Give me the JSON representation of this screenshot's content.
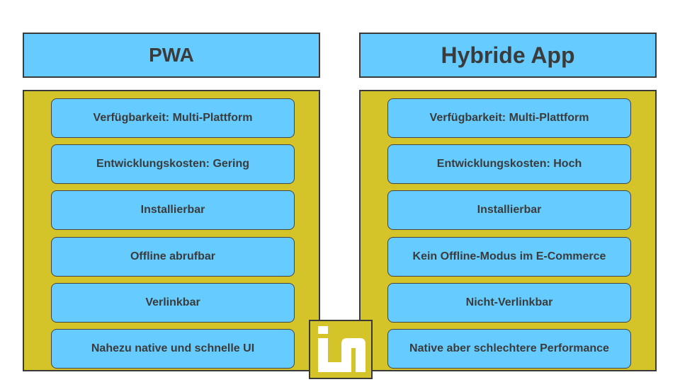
{
  "left": {
    "title": "PWA",
    "items": [
      "Verfügbarkeit: Multi-Plattform",
      "Entwicklungskosten: Gering",
      "Installierbar",
      "Offline abrufbar",
      "Verlinkbar",
      "Nahezu native und schnelle UI"
    ]
  },
  "right": {
    "title": "Hybride App",
    "items": [
      "Verfügbarkeit: Multi-Plattform",
      "Entwicklungskosten: Hoch",
      "Installierbar",
      "Kein Offline-Modus im E-Commerce",
      "Nicht-Verlinkbar",
      "Native aber schlechtere Performance"
    ]
  },
  "colors": {
    "header_fill": "#66ccff",
    "item_fill": "#66ccff",
    "column_fill": "#d4c42a",
    "text": "#3b3b3b"
  },
  "logo": {
    "icon": "in-logo-icon"
  }
}
